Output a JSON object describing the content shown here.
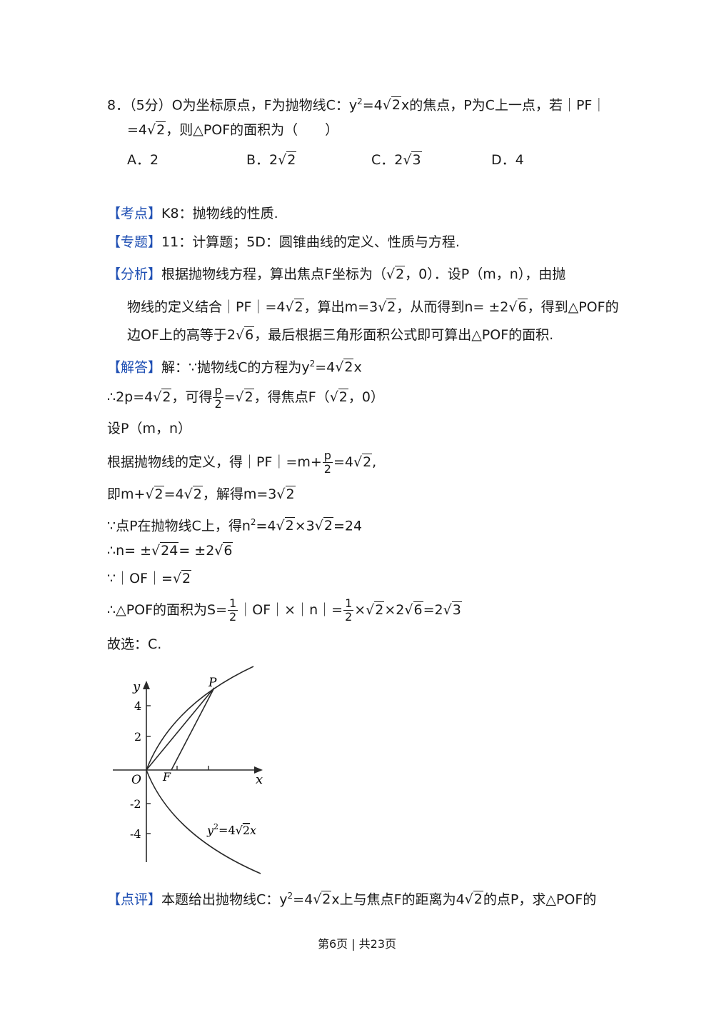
{
  "question": {
    "number": "8．",
    "score": "（5分）",
    "stem_line1_a": "O为坐标原点，F为抛物线C：y",
    "stem_line1_b": "=4",
    "stem_line1_c": "x的焦点，P为C上一点，若",
    "stem_line1_d": "PF",
    "stem_line2_a": "=4",
    "stem_line2_b": "，则△POF的面积为（　　）",
    "options": [
      {
        "label": "A．",
        "value": "2"
      },
      {
        "label": "B．",
        "value": "2"
      },
      {
        "label": "C．",
        "value": "2"
      },
      {
        "label": "D．",
        "value": "4"
      }
    ]
  },
  "kaodian": {
    "tag": "【考点】",
    "text": "K8：抛物线的性质."
  },
  "zhuanti": {
    "tag": "【专题】",
    "text": "11：计算题；5D：圆锥曲线的定义、性质与方程."
  },
  "fenxi": {
    "tag": "【分析】",
    "l1a": "根据抛物线方程，算出焦点F坐标为（",
    "l1b": "，0）．设P（m，n），由抛",
    "l2a": "物线的定义结合",
    "l2b": "PF",
    "l2c": "=4",
    "l2d": "，算出m=3",
    "l2e": "，从而得到n= ±2",
    "l2f": "，得到△POF的",
    "l3a": "边OF上的高等于2",
    "l3b": "，最后根据三角形面积公式即可算出△POF的面积."
  },
  "jieda": {
    "tag": "【解答】",
    "l1a": "解：∵抛物线C的方程为y",
    "l1b": "=4",
    "l1c": "x",
    "l2a": "∴2p=4",
    "l2b": "，可得",
    "l2c": "=",
    "l2d": "，得焦点F（",
    "l2e": "，0）",
    "l3": "设P（m，n）",
    "l4a": "根据抛物线的定义，得",
    "l4b": "PF",
    "l4c": "=m+",
    "l4d": "=4",
    "l4e": ",",
    "l5a": "即m+",
    "l5b": "=4",
    "l5c": "，解得m=3",
    "l6a": "∵点P在抛物线C上，得n",
    "l6b": "=4",
    "l6c": "×3",
    "l6d": "=24",
    "l7a": "∴n= ±",
    "l7b": "= ±2",
    "l8a": "∵",
    "l8b": "OF",
    "l8c": "=",
    "l9a": "∴△POF的面积为S=",
    "l9b": "OF",
    "l9c": "×",
    "l9d": "n",
    "l9e": "=",
    "l9f": "×",
    "l9g": "×2",
    "l9h": "=2",
    "l10": "故选：C."
  },
  "radicands": {
    "two": "2",
    "three": "3",
    "six": "6",
    "twentyfour": "24"
  },
  "fractions": {
    "p": "p",
    "two": "2",
    "one": "1"
  },
  "superscript": "2",
  "figure": {
    "y_axis_label": "y",
    "x_axis_label": "x",
    "origin_label": "O",
    "focus_label": "F",
    "point_label": "P",
    "tick_labels": [
      "4",
      "2",
      "-2",
      "-4"
    ],
    "curve_label_y": "y",
    "curve_label_sup": "2",
    "curve_label_mid": "=4",
    "curve_label_rad": "2",
    "curve_label_x": "x"
  },
  "dianping": {
    "tag": "【点评】",
    "a": "本题给出抛物线C：y",
    "b": "=4",
    "c": "x上与焦点F的距离为4",
    "d": "的点P，求△POF的"
  },
  "footer": "第6页 | 共23页"
}
